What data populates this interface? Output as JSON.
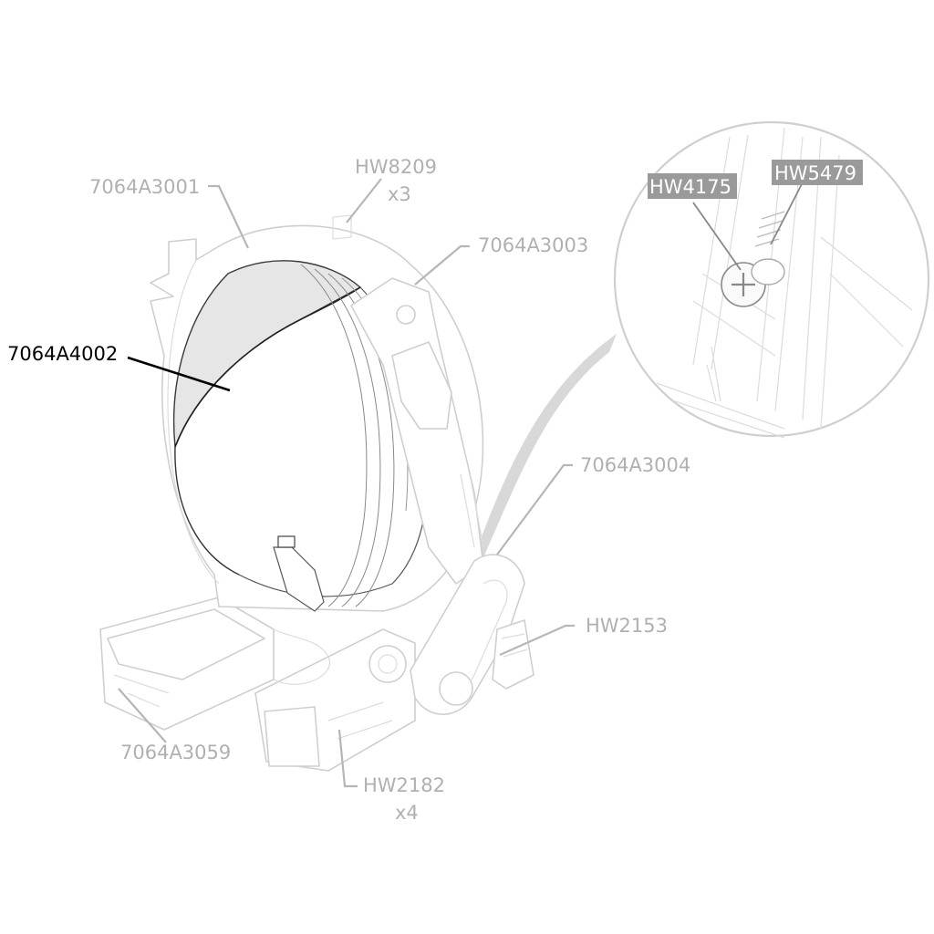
{
  "parts": {
    "p_7064A3001": {
      "label": "7064A3001"
    },
    "p_HW8209": {
      "label": "HW8209",
      "qty": "x3"
    },
    "p_7064A3003": {
      "label": "7064A3003"
    },
    "p_7064A4002": {
      "label": "7064A4002",
      "highlighted": true
    },
    "p_7064A3004": {
      "label": "7064A3004"
    },
    "p_HW2153": {
      "label": "HW2153"
    },
    "p_7064A3059": {
      "label": "7064A3059"
    },
    "p_HW2182": {
      "label": "HW2182",
      "qty": "x4"
    }
  },
  "detail": {
    "p_HW4175": {
      "label": "HW4175"
    },
    "p_HW5479": {
      "label": "HW5479"
    }
  },
  "colors": {
    "muted_label": "#b0b0b0",
    "highlight_label": "#000000",
    "highlight_fill": "#e6e6e6",
    "detail_label_bg": "#9a9a9a"
  }
}
